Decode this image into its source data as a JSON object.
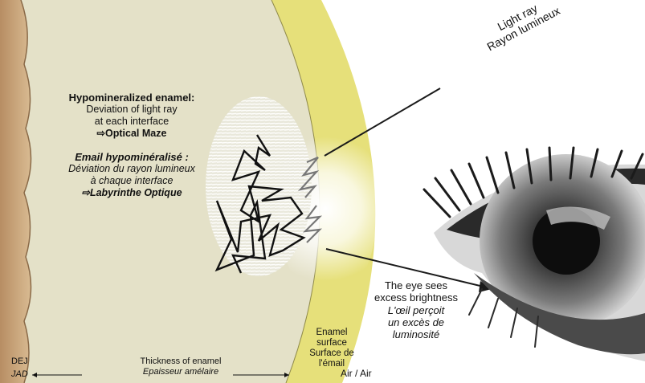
{
  "colors": {
    "enamel": "#e4e1c8",
    "surface_band": "#e6e07a",
    "dentin": "#c9a27a",
    "maze": "#111111",
    "ray": "#1a1a1a",
    "eye_dark": "#2a2a2a"
  },
  "hypo": {
    "en_title": "Hypomineralized enamel:",
    "en_line1": "Deviation of light ray",
    "en_line2": "at each interface",
    "en_line3": "⇨Optical Maze",
    "fr_title": "Email hypominéralisé :",
    "fr_line1": "Déviation du rayon lumineux",
    "fr_line2": "à chaque interface",
    "fr_line3": "⇨Labyrinthe Optique"
  },
  "light_ray": {
    "en": "Light ray",
    "fr": "Rayon lumineux"
  },
  "eye": {
    "en1": "The eye sees",
    "en2": "excess brightness",
    "fr1": "L'œil perçoit",
    "fr2": "un excès de",
    "fr3": "luminosité"
  },
  "surface": {
    "en1": "Enamel",
    "en2": "surface",
    "fr1": "Surface de",
    "fr2": "l'émail"
  },
  "air": "Air / Air",
  "bottom": {
    "dej": "DEJ",
    "jad": "JAD",
    "thickness_en": "Thickness of enamel",
    "thickness_fr": "Epaisseur amélaire"
  }
}
